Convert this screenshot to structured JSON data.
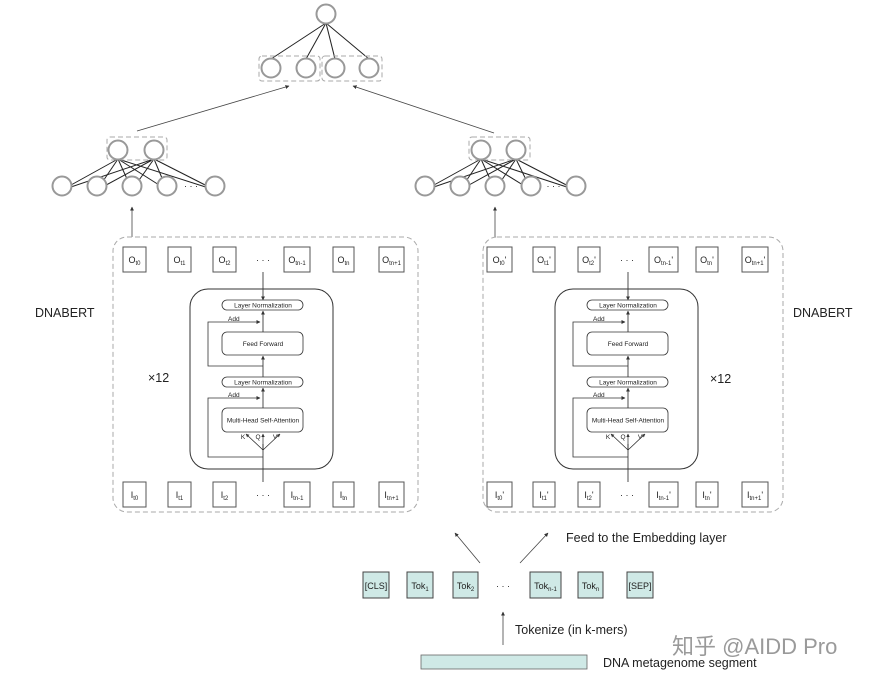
{
  "left_model": {
    "label": "DNABERT",
    "repeat": "×12",
    "outputs": [
      {
        "b": "O",
        "s": "t0"
      },
      {
        "b": "O",
        "s": "t1"
      },
      {
        "b": "O",
        "s": "t2"
      },
      {
        "b": "O",
        "s": "tn-1"
      },
      {
        "b": "O",
        "s": "tn"
      },
      {
        "b": "O",
        "s": "tn+1"
      }
    ],
    "inputs": [
      {
        "b": "I",
        "s": "t0"
      },
      {
        "b": "I",
        "s": "t1"
      },
      {
        "b": "I",
        "s": "t2"
      },
      {
        "b": "I",
        "s": "tn-1"
      },
      {
        "b": "I",
        "s": "tn"
      },
      {
        "b": "I",
        "s": "tn+1"
      }
    ]
  },
  "right_model": {
    "label": "DNABERT",
    "repeat": "×12",
    "outputs": [
      {
        "b": "O",
        "s": "t0",
        "p": "'"
      },
      {
        "b": "O",
        "s": "t1",
        "p": "'"
      },
      {
        "b": "O",
        "s": "t2",
        "p": "'"
      },
      {
        "b": "O",
        "s": "tn-1",
        "p": "'"
      },
      {
        "b": "O",
        "s": "tn",
        "p": "'"
      },
      {
        "b": "O",
        "s": "tn+1",
        "p": "'"
      }
    ],
    "inputs": [
      {
        "b": "I",
        "s": "t0",
        "p": "'"
      },
      {
        "b": "I",
        "s": "t1",
        "p": "'"
      },
      {
        "b": "I",
        "s": "t2",
        "p": "'"
      },
      {
        "b": "I",
        "s": "tn-1",
        "p": "'"
      },
      {
        "b": "I",
        "s": "tn",
        "p": "'"
      },
      {
        "b": "I",
        "s": "tn+1",
        "p": "'"
      }
    ]
  },
  "ellipsis": "· · ·",
  "transformer": {
    "layer_norm": "Layer Normalization",
    "feed_forward": "Feed Forward",
    "attention": "Multi-Head Self-Attention",
    "add": "Add",
    "k": "K",
    "q": "Q",
    "v": "V"
  },
  "tokens": [
    {
      "b": "[CLS]",
      "s": ""
    },
    {
      "b": "Tok",
      "s": "1"
    },
    {
      "b": "Tok",
      "s": "2"
    },
    {
      "b": "Tok",
      "s": "n-1"
    },
    {
      "b": "Tok",
      "s": "n"
    },
    {
      "b": "[SEP]",
      "s": ""
    }
  ],
  "feed_label": "Feed to the Embedding layer",
  "tokenize_label": "Tokenize (in k-mers)",
  "segment_label": "DNA metagenome segment",
  "watermark": "知乎 @AIDD Pro",
  "colors": {
    "token_fill": "#cfe9e6",
    "segment_fill": "#cfe9e6",
    "node_stroke": "#999999",
    "dashed": "#aaaaaa"
  }
}
